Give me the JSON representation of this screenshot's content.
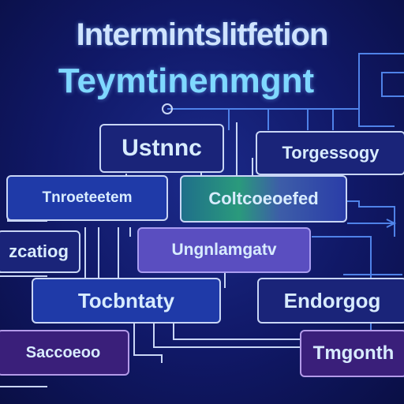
{
  "diagram": {
    "title": "Intermintslitfetion",
    "subtitle": "Teymtinenmgnt",
    "nodes": [
      {
        "id": "usnnc",
        "label": "Ustnnc"
      },
      {
        "id": "tergg",
        "label": "Torgessogy"
      },
      {
        "id": "tnrc",
        "label": "Tnroeteetem"
      },
      {
        "id": "colt",
        "label": "Coltcoeoefed"
      },
      {
        "id": "zcat",
        "label": "zcatiog"
      },
      {
        "id": "ungn",
        "label": "Ungnlamgatv"
      },
      {
        "id": "tocb",
        "label": "Tocbntaty"
      },
      {
        "id": "endo",
        "label": "Endorgog"
      },
      {
        "id": "sacc",
        "label": "Saccoeoo"
      },
      {
        "id": "tmgo",
        "label": "Tmgonth"
      }
    ]
  }
}
